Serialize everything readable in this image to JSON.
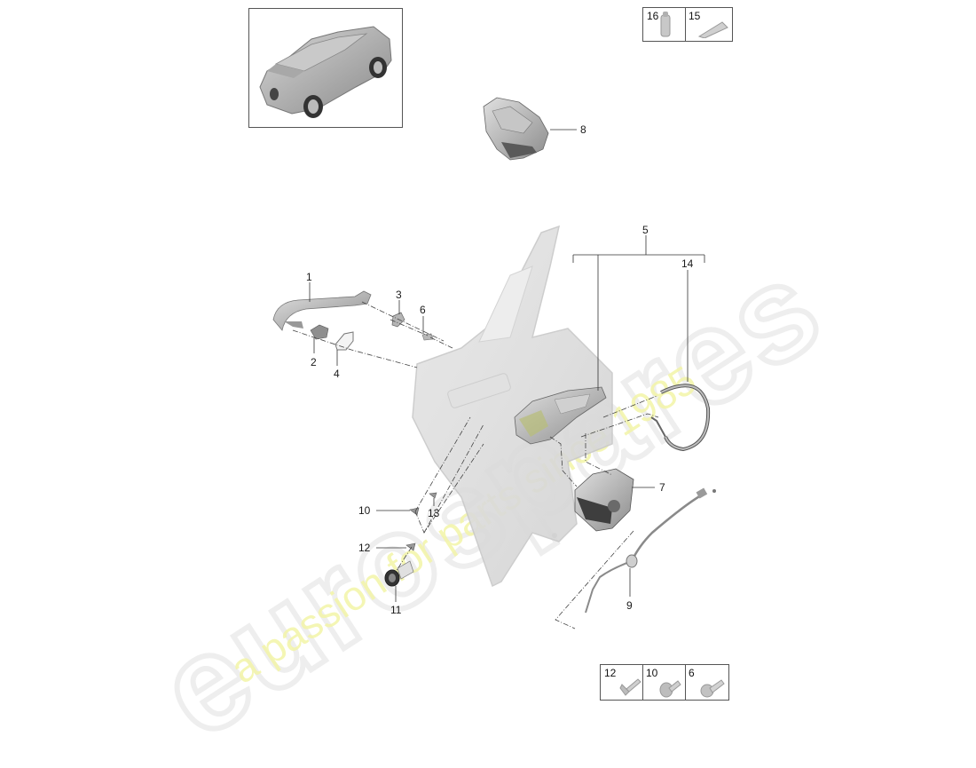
{
  "diagram": {
    "type": "exploded-parts-diagram",
    "subject": "Rear door lock and handle assembly",
    "watermark": {
      "brand": "eurospares",
      "tagline": "a passion for parts since 1985"
    },
    "callouts": [
      {
        "id": "1",
        "label": "1",
        "part": "door-handle"
      },
      {
        "id": "2",
        "label": "2",
        "part": "handle-mechanism"
      },
      {
        "id": "3",
        "label": "3",
        "part": "bracket"
      },
      {
        "id": "4",
        "label": "4",
        "part": "gasket"
      },
      {
        "id": "5",
        "label": "5",
        "part": "door-lock-set"
      },
      {
        "id": "6",
        "label": "6",
        "part": "screw"
      },
      {
        "id": "7",
        "label": "7",
        "part": "door-lock-actuator"
      },
      {
        "id": "8",
        "label": "8",
        "part": "lock-module"
      },
      {
        "id": "9",
        "label": "9",
        "part": "release-cable"
      },
      {
        "id": "10",
        "label": "10",
        "part": "screw"
      },
      {
        "id": "11",
        "label": "11",
        "part": "handle-carrier"
      },
      {
        "id": "12",
        "label": "12",
        "part": "screw"
      },
      {
        "id": "13",
        "label": "13",
        "part": "clip"
      },
      {
        "id": "14",
        "label": "14",
        "part": "bowden-cable"
      }
    ],
    "legend_top": [
      {
        "label": "16",
        "part": "sealant-tube"
      },
      {
        "label": "15",
        "part": "grease-tube"
      }
    ],
    "legend_bottom": [
      {
        "label": "12",
        "part": "countersunk-screw"
      },
      {
        "label": "10",
        "part": "flange-screw"
      },
      {
        "label": "6",
        "part": "pan-head-screw"
      }
    ],
    "vehicle_thumbnail": "suv-coupe-rear-three-quarter-view"
  },
  "colors": {
    "part_gray": "#b9b9b9",
    "part_dark": "#6f6f6f",
    "line": "#333333",
    "watermark_gray": "#eeeeee",
    "watermark_yellow": "#f3f5a8"
  }
}
